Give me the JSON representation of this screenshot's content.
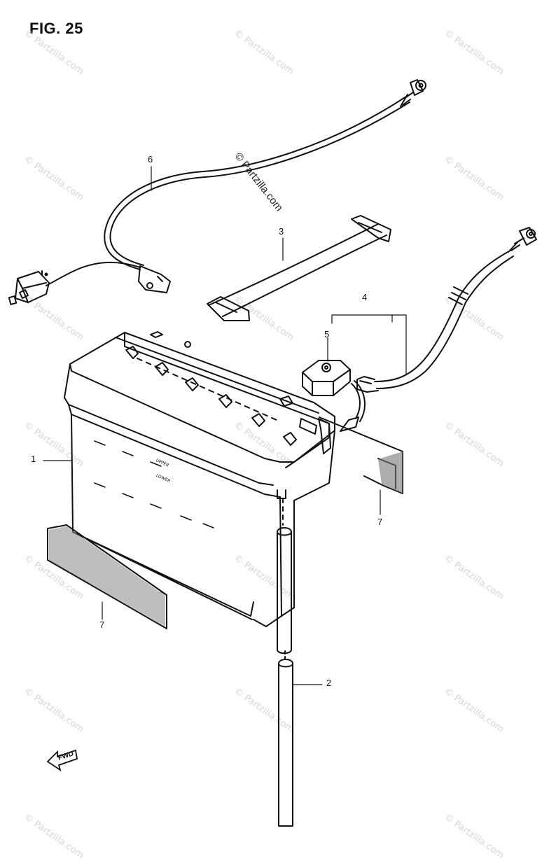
{
  "figure": {
    "title": "FIG. 25",
    "watermark_text": "© Partzilla.com",
    "fwd_label": "FWD"
  },
  "callouts": [
    {
      "number": "1",
      "part": "battery"
    },
    {
      "number": "2",
      "part": "breather-tube"
    },
    {
      "number": "3",
      "part": "battery-strap"
    },
    {
      "number": "4",
      "part": "positive-cable-assembly"
    },
    {
      "number": "5",
      "part": "terminal-cover"
    },
    {
      "number": "6",
      "part": "negative-cable"
    },
    {
      "number": "7",
      "part": "battery-cushion-side"
    },
    {
      "number": "7",
      "part": "battery-cushion-bottom"
    }
  ],
  "battery_markings": [
    "UPPER",
    "LOWER"
  ]
}
